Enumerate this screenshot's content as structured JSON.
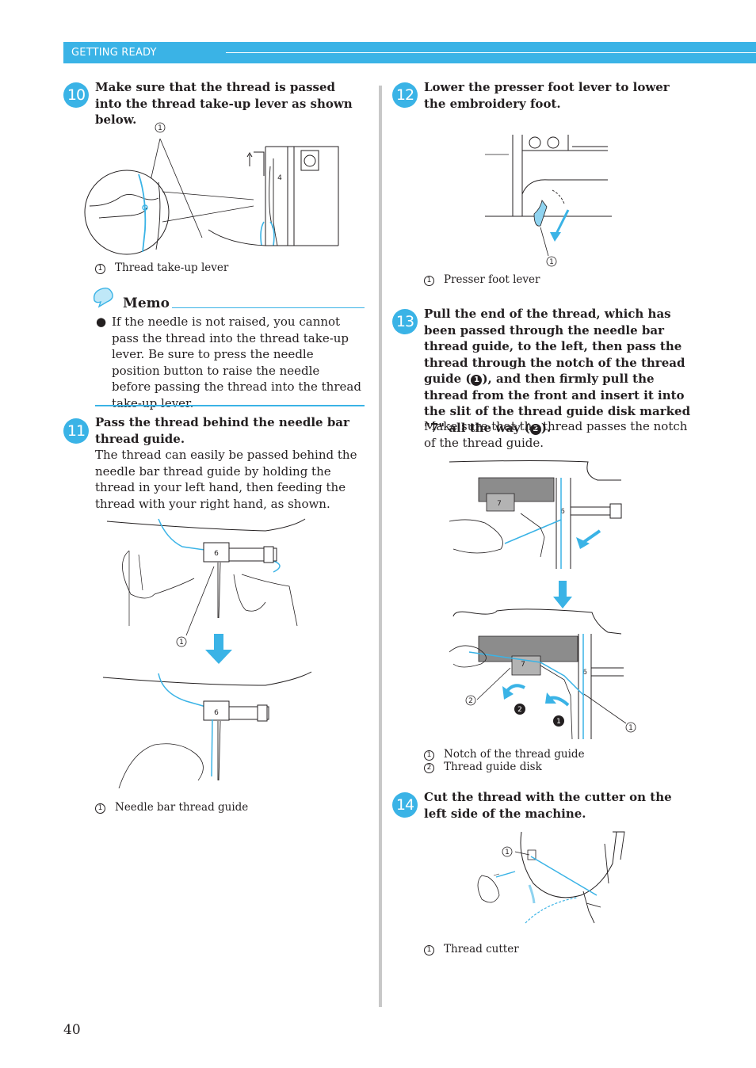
{
  "header": {
    "section": "GETTING READY"
  },
  "page_number": "40",
  "colors": {
    "accent": "#3ab3e6",
    "text": "#231f20",
    "divider": "#c8c8c8"
  },
  "steps": {
    "s10": {
      "number": "10",
      "title": "Make sure that the thread is passed into the thread take-up lever as shown below.",
      "figure": {
        "callout_num": "1",
        "callout_label": "Thread take-up lever",
        "lever_mark": "4"
      }
    },
    "memo": {
      "title": "Memo",
      "icon": "memo-icon",
      "bullet": "If the needle is not raised, you cannot pass the thread into the thread take-up lever. Be sure to press the needle position button to raise the needle before passing the thread into the thread take-up lever."
    },
    "s11": {
      "number": "11",
      "title": "Pass the thread behind the needle bar thread guide.",
      "text": "The thread can easily be passed behind the needle bar thread guide by holding the thread in your left hand, then feeding the thread with your right hand, as shown.",
      "figure": {
        "callout_num": "1",
        "callout_label": "Needle bar thread guide",
        "guide_mark": "6"
      }
    },
    "s12": {
      "number": "12",
      "title": "Lower the presser foot lever to lower the embroidery foot.",
      "figure": {
        "callout_num": "1",
        "callout_label": "Presser foot lever"
      }
    },
    "s13": {
      "number": "13",
      "title_a": "Pull the end of the thread, which has been passed through the needle bar thread guide, to the left, then pass the thread through the notch of the thread guide (",
      "title_b": "), and then firmly pull the thread from the front and insert it into the slit of the thread guide disk marked \"7\" all the way (",
      "title_c": ").",
      "mark_1": "1",
      "mark_2": "2",
      "text": "Make sure that the thread passes the notch of the thread guide.",
      "figure": {
        "callout_1_num": "1",
        "callout_1_label": "Notch of the thread guide",
        "callout_2_num": "2",
        "callout_2_label": "Thread guide disk",
        "disk_mark": "7",
        "guide_mark": "6",
        "step_mark_1": "1",
        "step_mark_2": "2"
      }
    },
    "s14": {
      "number": "14",
      "title": "Cut the thread with the cutter on the left side of the machine.",
      "figure": {
        "callout_num": "1",
        "callout_label": "Thread cutter"
      }
    }
  }
}
